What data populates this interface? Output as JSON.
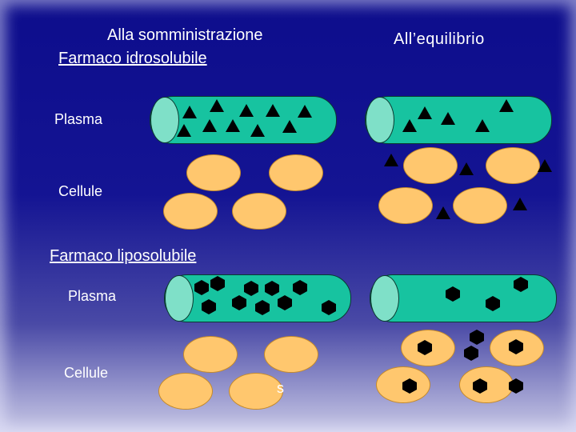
{
  "titles": {
    "administration": "Alla somministrazione",
    "water_soluble": "Farmaco idrosolubile",
    "equilibrium": "All’equilibrio",
    "fat_soluble": "Farmaco liposolubile"
  },
  "labels": {
    "plasma_top": "Plasma",
    "cells_top": "Cellule",
    "plasma_bottom": "Plasma",
    "cells_bottom": "Cellule",
    "fragment": "s"
  },
  "colors": {
    "background": "#141493",
    "vessel": "#17c3a0",
    "vessel_cap": "#7fe0c8",
    "cell": "#ffc76e",
    "marker": "#000000",
    "text": "#ffffff"
  },
  "icons": {
    "water_soluble_drug": "triangle-icon",
    "fat_soluble_drug": "hexagon-icon"
  }
}
